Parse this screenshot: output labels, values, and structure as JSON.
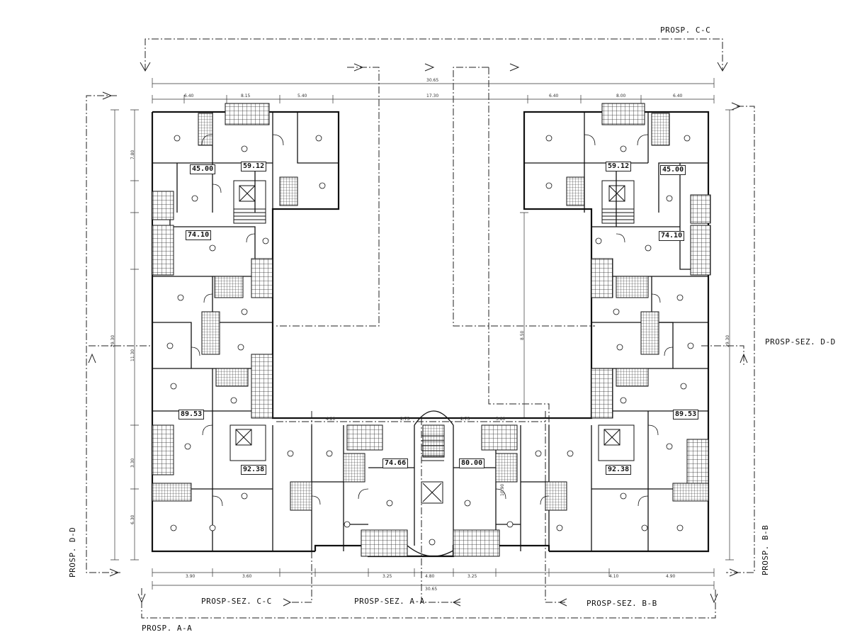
{
  "section_labels": {
    "top_right": "PROSP. C-C",
    "right": "PROSP-SEZ. D-D",
    "left_vertical": "PROSP. D-D",
    "right_vertical": "PROSP. B-B",
    "bottom_left_section": "PROSP-SEZ. C-C",
    "bottom_center_section": "PROSP-SEZ. A-A",
    "bottom_right_section": "PROSP-SEZ. B-B",
    "bottom_left": "PROSP. A-A"
  },
  "apartment_areas": {
    "left_top_a": "59.12",
    "left_top_b": "45.00",
    "left_mid": "74.10",
    "left_low": "89.53",
    "left_bottom": "92.38",
    "center_left": "74.66",
    "center_right": "80.00",
    "right_top_a": "59.12",
    "right_top_b": "45.00",
    "right_mid": "74.10",
    "right_low": "89.53",
    "right_bottom": "92.38"
  },
  "dimensions": {
    "top_overall": "30.65",
    "top_inner": "17.30",
    "top_seg_1": "6.40",
    "top_seg_2": "8.15",
    "top_seg_3": "5.40",
    "top_seg_4": "6.40",
    "top_seg_5": "8.00",
    "top_seg_6": "6.40",
    "bottom_overall": "30.65",
    "bottom_seg_1": "3.90",
    "bottom_seg_2": "3.60",
    "bottom_seg_3": "3.25",
    "bottom_seg_4": "4.80",
    "bottom_seg_5": "3.25",
    "bottom_seg_6": "4.10",
    "bottom_seg_7": "4.90",
    "left_overall": "29.30",
    "left_seg_1": "7.80",
    "left_seg_2": "11.30",
    "left_seg_3": "3.30",
    "left_seg_4": "6.30",
    "right_overall": "29.30",
    "right_inner": "8.50",
    "center_seg_1": "4.20",
    "center_seg_2": "2.75",
    "center_seg_3": "2.75",
    "center_seg_4": "3.80",
    "center_height": "10.90"
  }
}
